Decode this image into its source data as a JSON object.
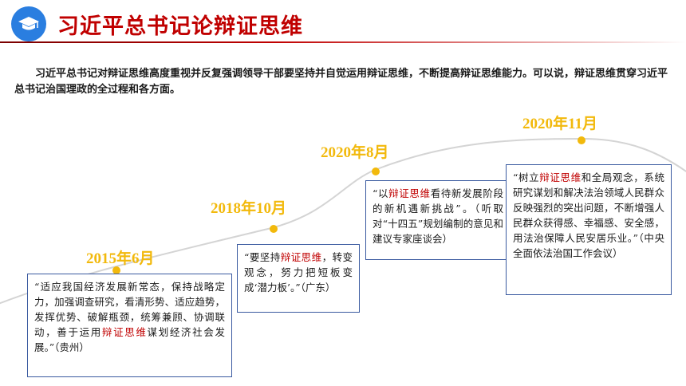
{
  "title": "习近平总书记论辩证思维",
  "intro": "习近平总书记对辩证思维高度重视并反复强调领导干部要坚持并自觉运用辩证思维，不断提高辩证思维能力。可以说，辩证思维贯穿习近平总书记治国理政的全过程和各方面。",
  "colors": {
    "title": "#c00000",
    "date": "#f2b90c",
    "highlight": "#c00000",
    "box_border": "#3a5aa0",
    "logo": "#2a7ee0"
  },
  "logo_icon": "graduation-cap-icon",
  "timeline": [
    {
      "date": "2015年6月",
      "quote_pre": "“适应我国经济发展新常态，保持战略定力，加强调查研究，看清形势、适应趋势，发挥优势、破解瓶颈，统筹兼顾、协调联动，善于运用",
      "highlight": "辩证思维",
      "quote_post": "谋划经济社会发展。”（贵州）"
    },
    {
      "date": "2018年10月",
      "quote_pre": "“要坚持",
      "highlight": "辩证思维",
      "quote_post": "，转变观念，努力把短板变成‘潜力板’。”（广东）"
    },
    {
      "date": "2020年8月",
      "quote_pre": "“以",
      "highlight": "辩证思维",
      "quote_post": "看待新发展阶段的新机遇新挑战”。（听取对“十四五”规划编制的意见和建议专家座谈会）"
    },
    {
      "date": "2020年11月",
      "quote_pre": "“树立",
      "highlight": "辩证思维",
      "quote_post": "和全局观念，系统研究谋划和解决法治领域人民群众反映强烈的突出问题，不断增强人民群众获得感、幸福感、安全感，用法治保障人民安居乐业。”（中央全面依法治国工作会议）"
    }
  ]
}
